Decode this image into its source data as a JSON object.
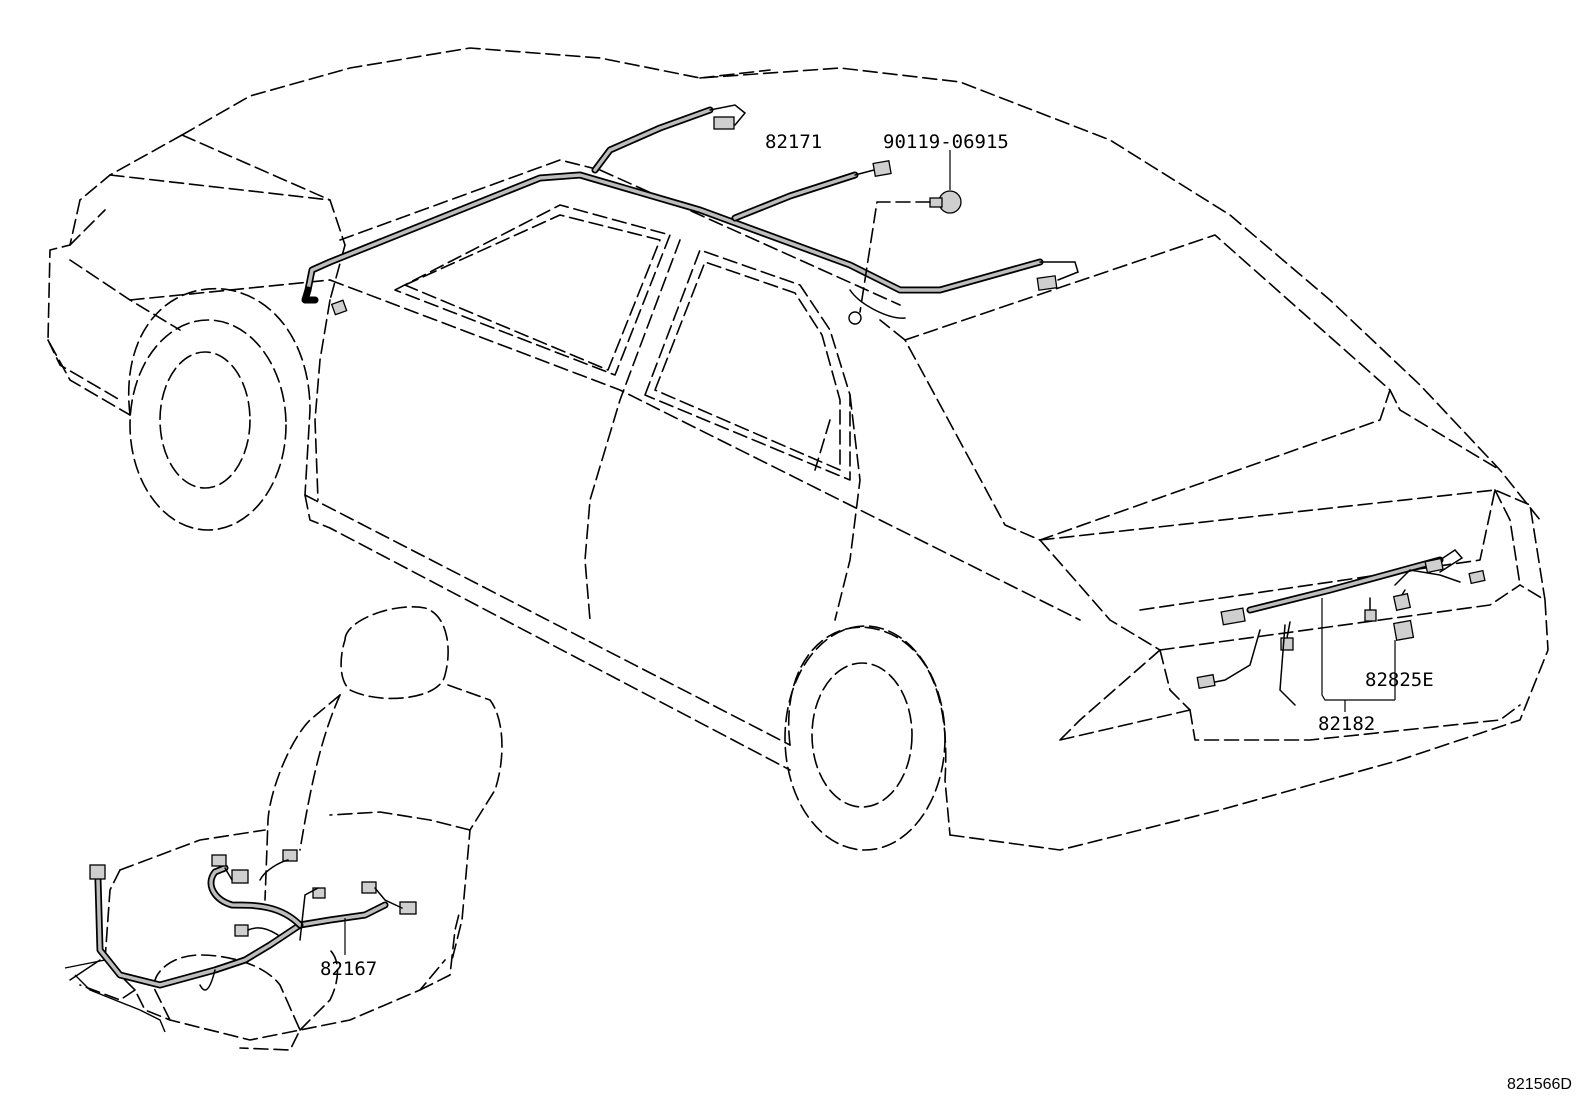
{
  "parts": {
    "roof_harness": "82171",
    "clamp": "90119-06915",
    "trunk_harness": "82182",
    "trunk_connector": "82825E",
    "seat_harness": "82167"
  },
  "drawing_id": "821566D"
}
